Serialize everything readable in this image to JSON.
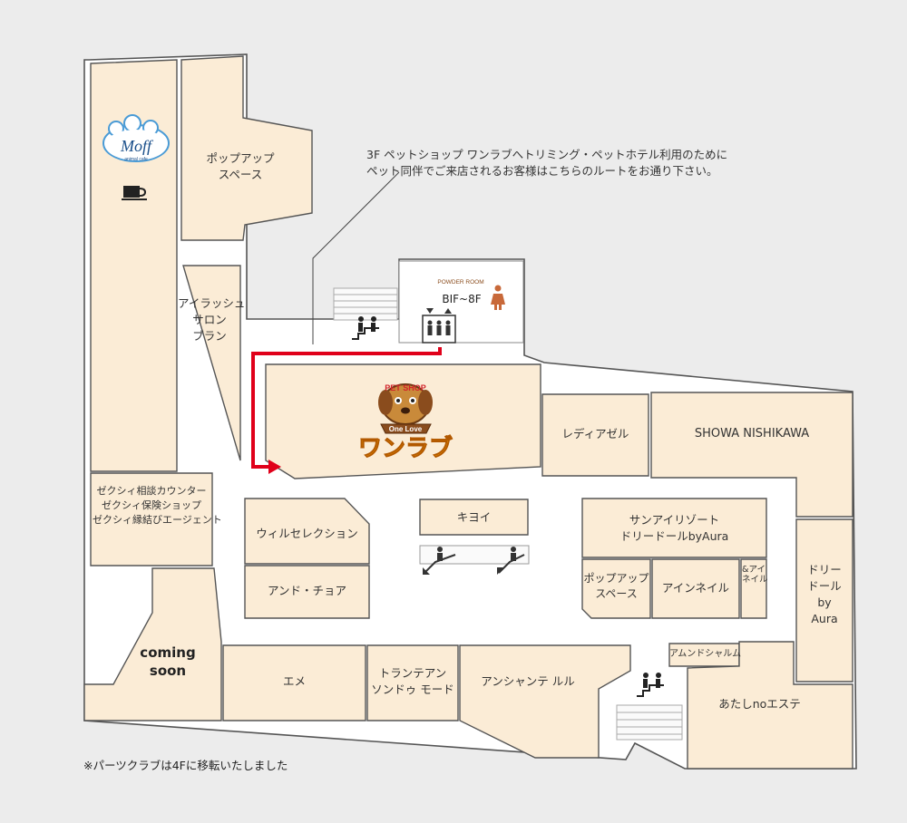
{
  "notice": {
    "line1": "3F ペットショップ ワンラブへトリミング・ペットホテル利用のために",
    "line2": "ペット同伴でご来店されるお客様はこちらのルートをお通り下さい。"
  },
  "footnote": "※パーツクラブは4Fに移転いたしました",
  "elevator_label": "BIF~8F",
  "powder_room": "POWDER ROOM",
  "colors": {
    "route": "#e0001a",
    "shop_fill": "#fbecd6",
    "background": "#ececec",
    "walkway": "#ffffff",
    "outline": "#555555"
  },
  "icons": [
    "coffee-cup-icon",
    "elevator-icon",
    "stairs-icon",
    "escalator-icon",
    "restroom-woman-icon"
  ],
  "moff": {
    "name": "Moff",
    "sub": "animal cafe"
  },
  "wanlove": {
    "line1": "PET SHOP",
    "line2": "One Love",
    "name": "ワンラブ"
  },
  "shops": {
    "popup_top": [
      "ポップアップ",
      "スペース"
    ],
    "eyelash": [
      "アイラッシュ",
      "サロン",
      "ブラン"
    ],
    "zexy": [
      "ゼクシィ相談カウンター",
      "ゼクシィ保険ショップ",
      "ゼクシィ縁結びエージェント"
    ],
    "coming_soon": [
      "coming",
      "soon"
    ],
    "ladyazel": "レディアゼル",
    "showa": "SHOWA NISHIKAWA",
    "will": "ウィルセレクション",
    "and": "アンド・チョア",
    "kiyoi": "キヨイ",
    "sunaire": [
      "サンアイリゾート",
      "ドリードールbyAura"
    ],
    "popup_mid": [
      "ポップアップ",
      "スペース"
    ],
    "ainnail": "アインネイル",
    "and_ainail": [
      "&アイ",
      "ネイル"
    ],
    "dolly": [
      "ドリー",
      "ドール",
      "by",
      "Aura"
    ],
    "amundo": "アムンドシャルム",
    "atashi": "あたしnoエステ",
    "eme": "エメ",
    "trente": [
      "トランテアン",
      "ソンドゥ モード"
    ],
    "enchante": "アンシャンテ ルル"
  }
}
